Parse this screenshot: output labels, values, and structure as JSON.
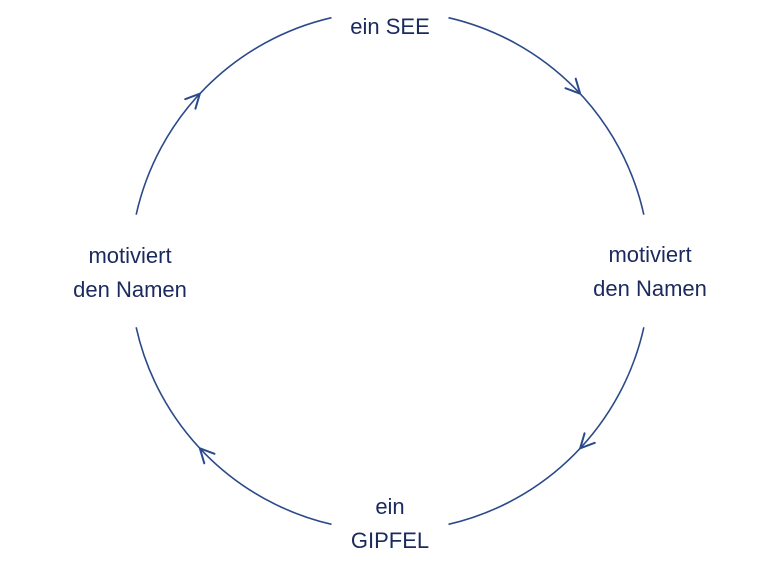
{
  "diagram": {
    "line_color": "#2b4a8a",
    "text_color": "#1b2a5e",
    "nodes": {
      "top": {
        "line1": "ein SEE"
      },
      "right": {
        "line1": "motiviert",
        "line2": "den Namen"
      },
      "bottom": {
        "line1": "ein",
        "line2": "GIPFEL"
      },
      "left": {
        "line1": "motiviert",
        "line2": "den Namen"
      }
    }
  }
}
